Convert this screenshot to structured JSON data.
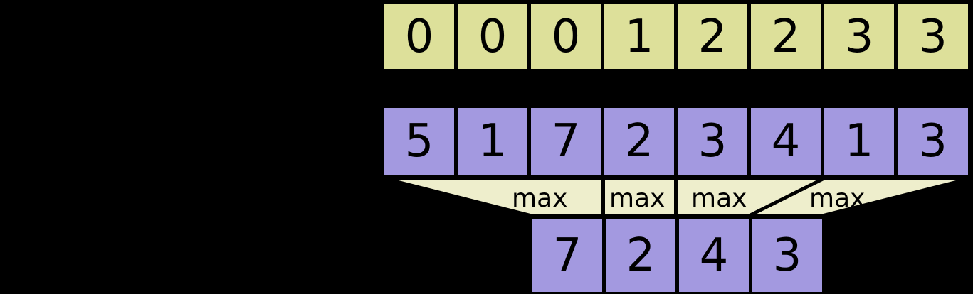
{
  "diagram": {
    "title": "max-pooling-index-mapping",
    "colors": {
      "input_row_fill": "#dde09a",
      "value_row_fill": "#a399e0",
      "output_row_fill": "#a399e0",
      "funnel_fill": "#eeeecc",
      "stroke": "#000000",
      "background": "#000000",
      "text": "#000000"
    },
    "rows": {
      "index_row": {
        "name": "index-row",
        "cells": [
          "0",
          "0",
          "0",
          "1",
          "2",
          "2",
          "3",
          "3"
        ]
      },
      "value_row": {
        "name": "value-row",
        "cells": [
          "5",
          "1",
          "7",
          "2",
          "3",
          "4",
          "1",
          "3"
        ]
      },
      "output_row": {
        "name": "output-row",
        "cells": [
          "7",
          "2",
          "4",
          "3"
        ]
      }
    },
    "funnels": [
      {
        "label": "max"
      },
      {
        "label": "max"
      },
      {
        "label": "max"
      },
      {
        "label": "max"
      }
    ]
  }
}
